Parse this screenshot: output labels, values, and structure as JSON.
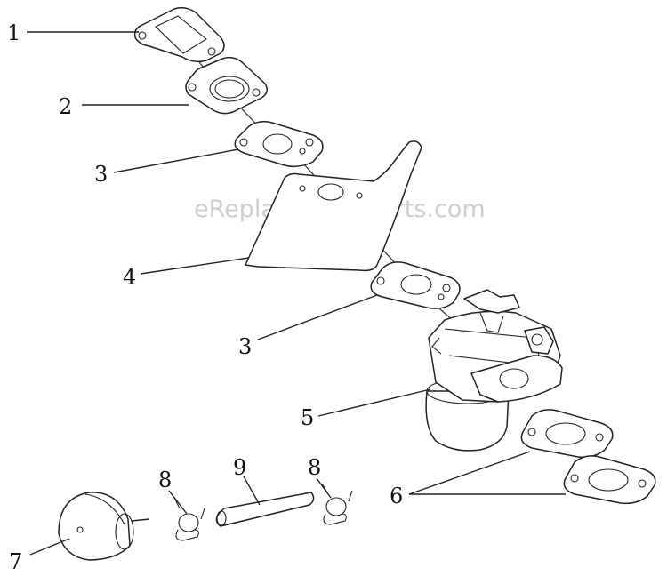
{
  "watermark": "eReplacementParts.com",
  "callouts": {
    "c1": "1",
    "c2": "2",
    "c3a": "3",
    "c4": "4",
    "c3b": "3",
    "c5": "5",
    "c6": "6",
    "c7": "7",
    "c8a": "8",
    "c9": "9",
    "c8b": "8"
  }
}
